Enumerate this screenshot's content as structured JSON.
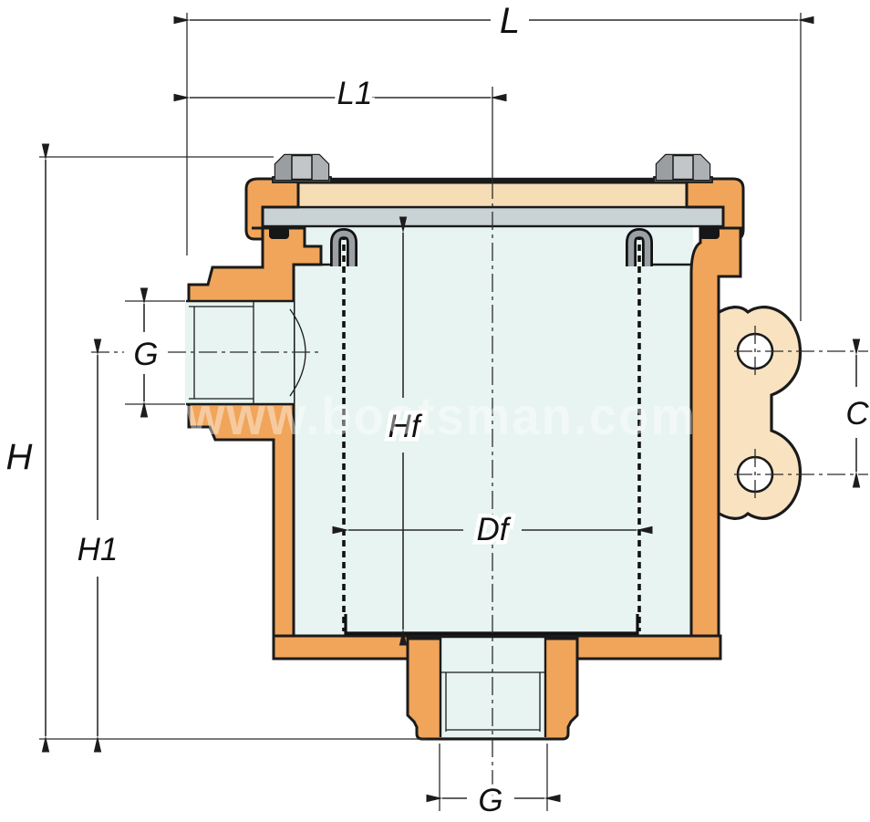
{
  "diagram": {
    "subject": "Water strainer cross-section technical drawing with dimension annotations",
    "watermark": "www.bootsman.com"
  },
  "dimension_labels": {
    "overall_length": "L",
    "inlet_to_center_length": "L1",
    "overall_height": "H",
    "base_to_inlet_axis_height": "H1",
    "inlet_thread_size": "G",
    "filter_height": "Hf",
    "filter_diameter": "Df",
    "bracket_hole_spacing": "C",
    "outlet_thread_size": "G"
  },
  "colors": {
    "body_bronze": "#f0a55a",
    "bracket_cream": "#f8e2c0",
    "lid_cream": "#f7ddb5",
    "bowl_interior": "#e7f4f1",
    "plate_gray": "#c9d3d5",
    "nut_gray": "#c3c6c8",
    "hook_gray": "#9aa0a4",
    "outline": "#1a1a1a",
    "dimension": "#2b2b2b",
    "watermark_white": "#ffffff"
  }
}
